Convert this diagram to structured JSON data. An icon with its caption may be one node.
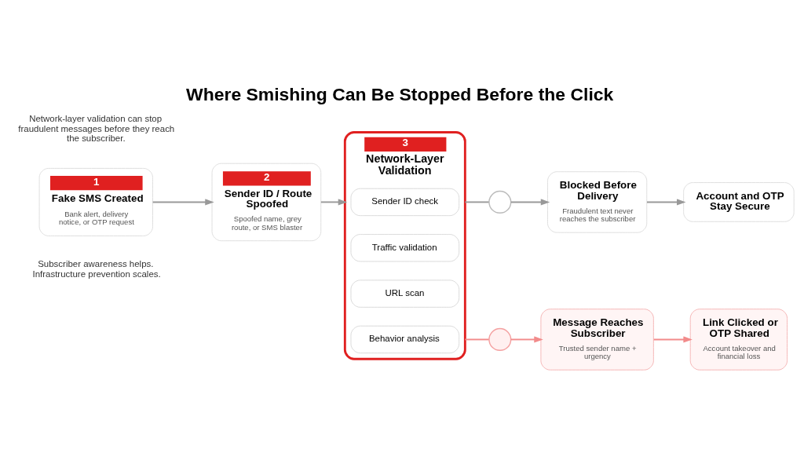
{
  "diagram": {
    "title": "Where Smishing Can Be Stopped Before the Click",
    "nodes": [
      {
        "text": [
          "1",
          "Fake SMS Created",
          "Bank alert, delivery notice, or OTP request"
        ]
      },
      {
        "text": [
          "2",
          "Sender ID / Route Spoofed",
          "Spoofed name, grey route, or SMS blaster"
        ]
      },
      {
        "text": [
          "3",
          "Network-Layer Validation"
        ]
      },
      {
        "text": [
          "Sender ID check"
        ],
        "in": 2
      },
      {
        "text": [
          "Traffic validation"
        ],
        "in": 2
      },
      {
        "text": [
          "URL scan"
        ],
        "in": 2
      },
      {
        "text": [
          "Behavior analysis"
        ],
        "in": 2
      },
      {
        "text": [],
        "shape": "circle"
      },
      {
        "text": [],
        "shape": "circle"
      },
      {
        "text": [
          "Blocked Before Delivery",
          "Fraudulent text never reaches the subscriber"
        ]
      },
      {
        "text": [
          "Account and OTP Stay Secure"
        ]
      },
      {
        "text": [
          "Message Reaches Subscriber",
          "Trusted sender name + urgency"
        ]
      },
      {
        "text": [
          "Link Clicked or OTP Shared",
          "Account takeover and financial loss"
        ]
      }
    ],
    "edges": [
      {
        "from": 0,
        "to": 1,
        "arrow": "to"
      },
      {
        "from": 1,
        "to": 2,
        "arrow": "to"
      },
      {
        "from": 2,
        "to": 7,
        "arrow": "none"
      },
      {
        "from": 7,
        "to": 9,
        "arrow": "to"
      },
      {
        "from": 9,
        "to": 10,
        "arrow": "to"
      },
      {
        "from": 2,
        "to": 8,
        "arrow": "none",
        "color": "#f28b8b"
      },
      {
        "from": 8,
        "to": 11,
        "arrow": "to",
        "color": "#f28b8b"
      },
      {
        "from": 11,
        "to": 12,
        "arrow": "to",
        "color": "#f28b8b"
      }
    ],
    "labels": [
      "Network-layer validation can stop fraudulent messages before they reach the subscriber.",
      "Subscriber awareness helps. Infrastructure prevention scales."
    ]
  }
}
